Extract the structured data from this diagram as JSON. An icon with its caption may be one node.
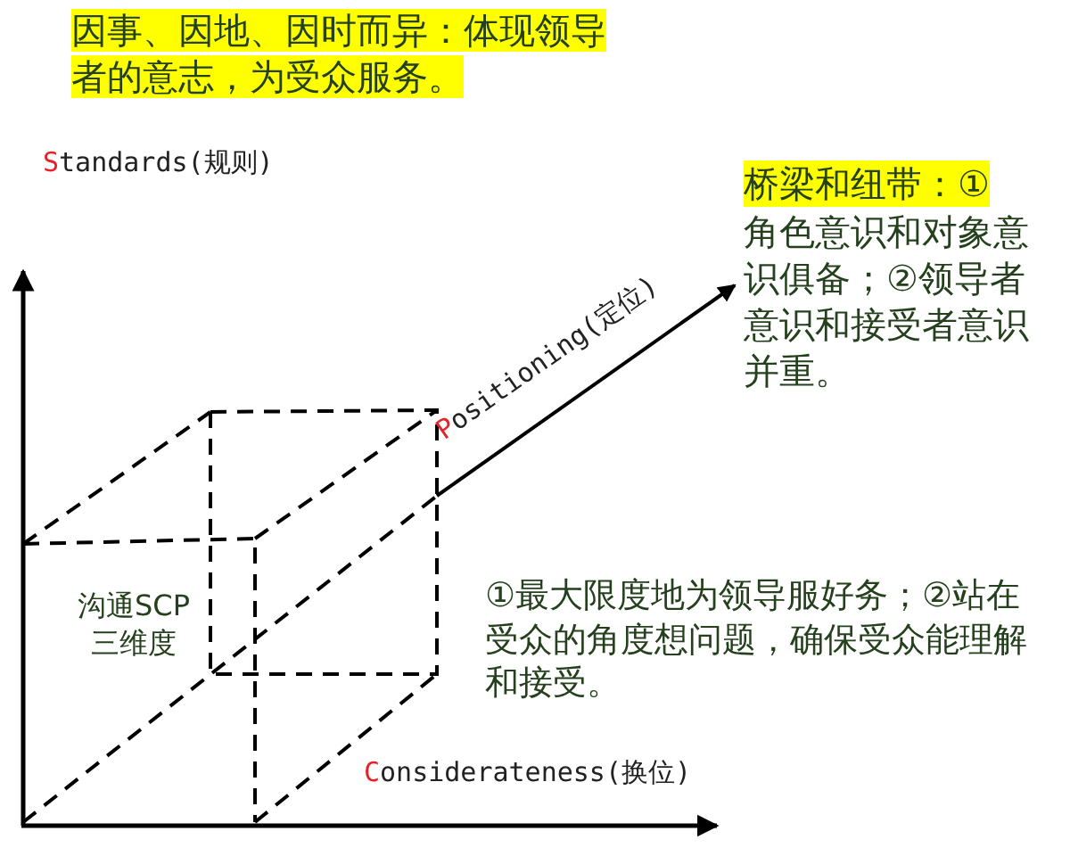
{
  "diagram": {
    "labels": [
      "因事、因地、因时而异：体现领导者的意志，为受众服务。",
      "Standards(规则)",
      "桥梁和纽带：①",
      "角色意识和对象意识俱备；②领导者意识和接受者意识并重。",
      "Positioning(定位)",
      "沟通SCP三维度",
      "①最大限度地为领导服好务；②站在受众的角度想问题，确保受众能理解和接受。",
      "Considerateness(换位)"
    ]
  }
}
